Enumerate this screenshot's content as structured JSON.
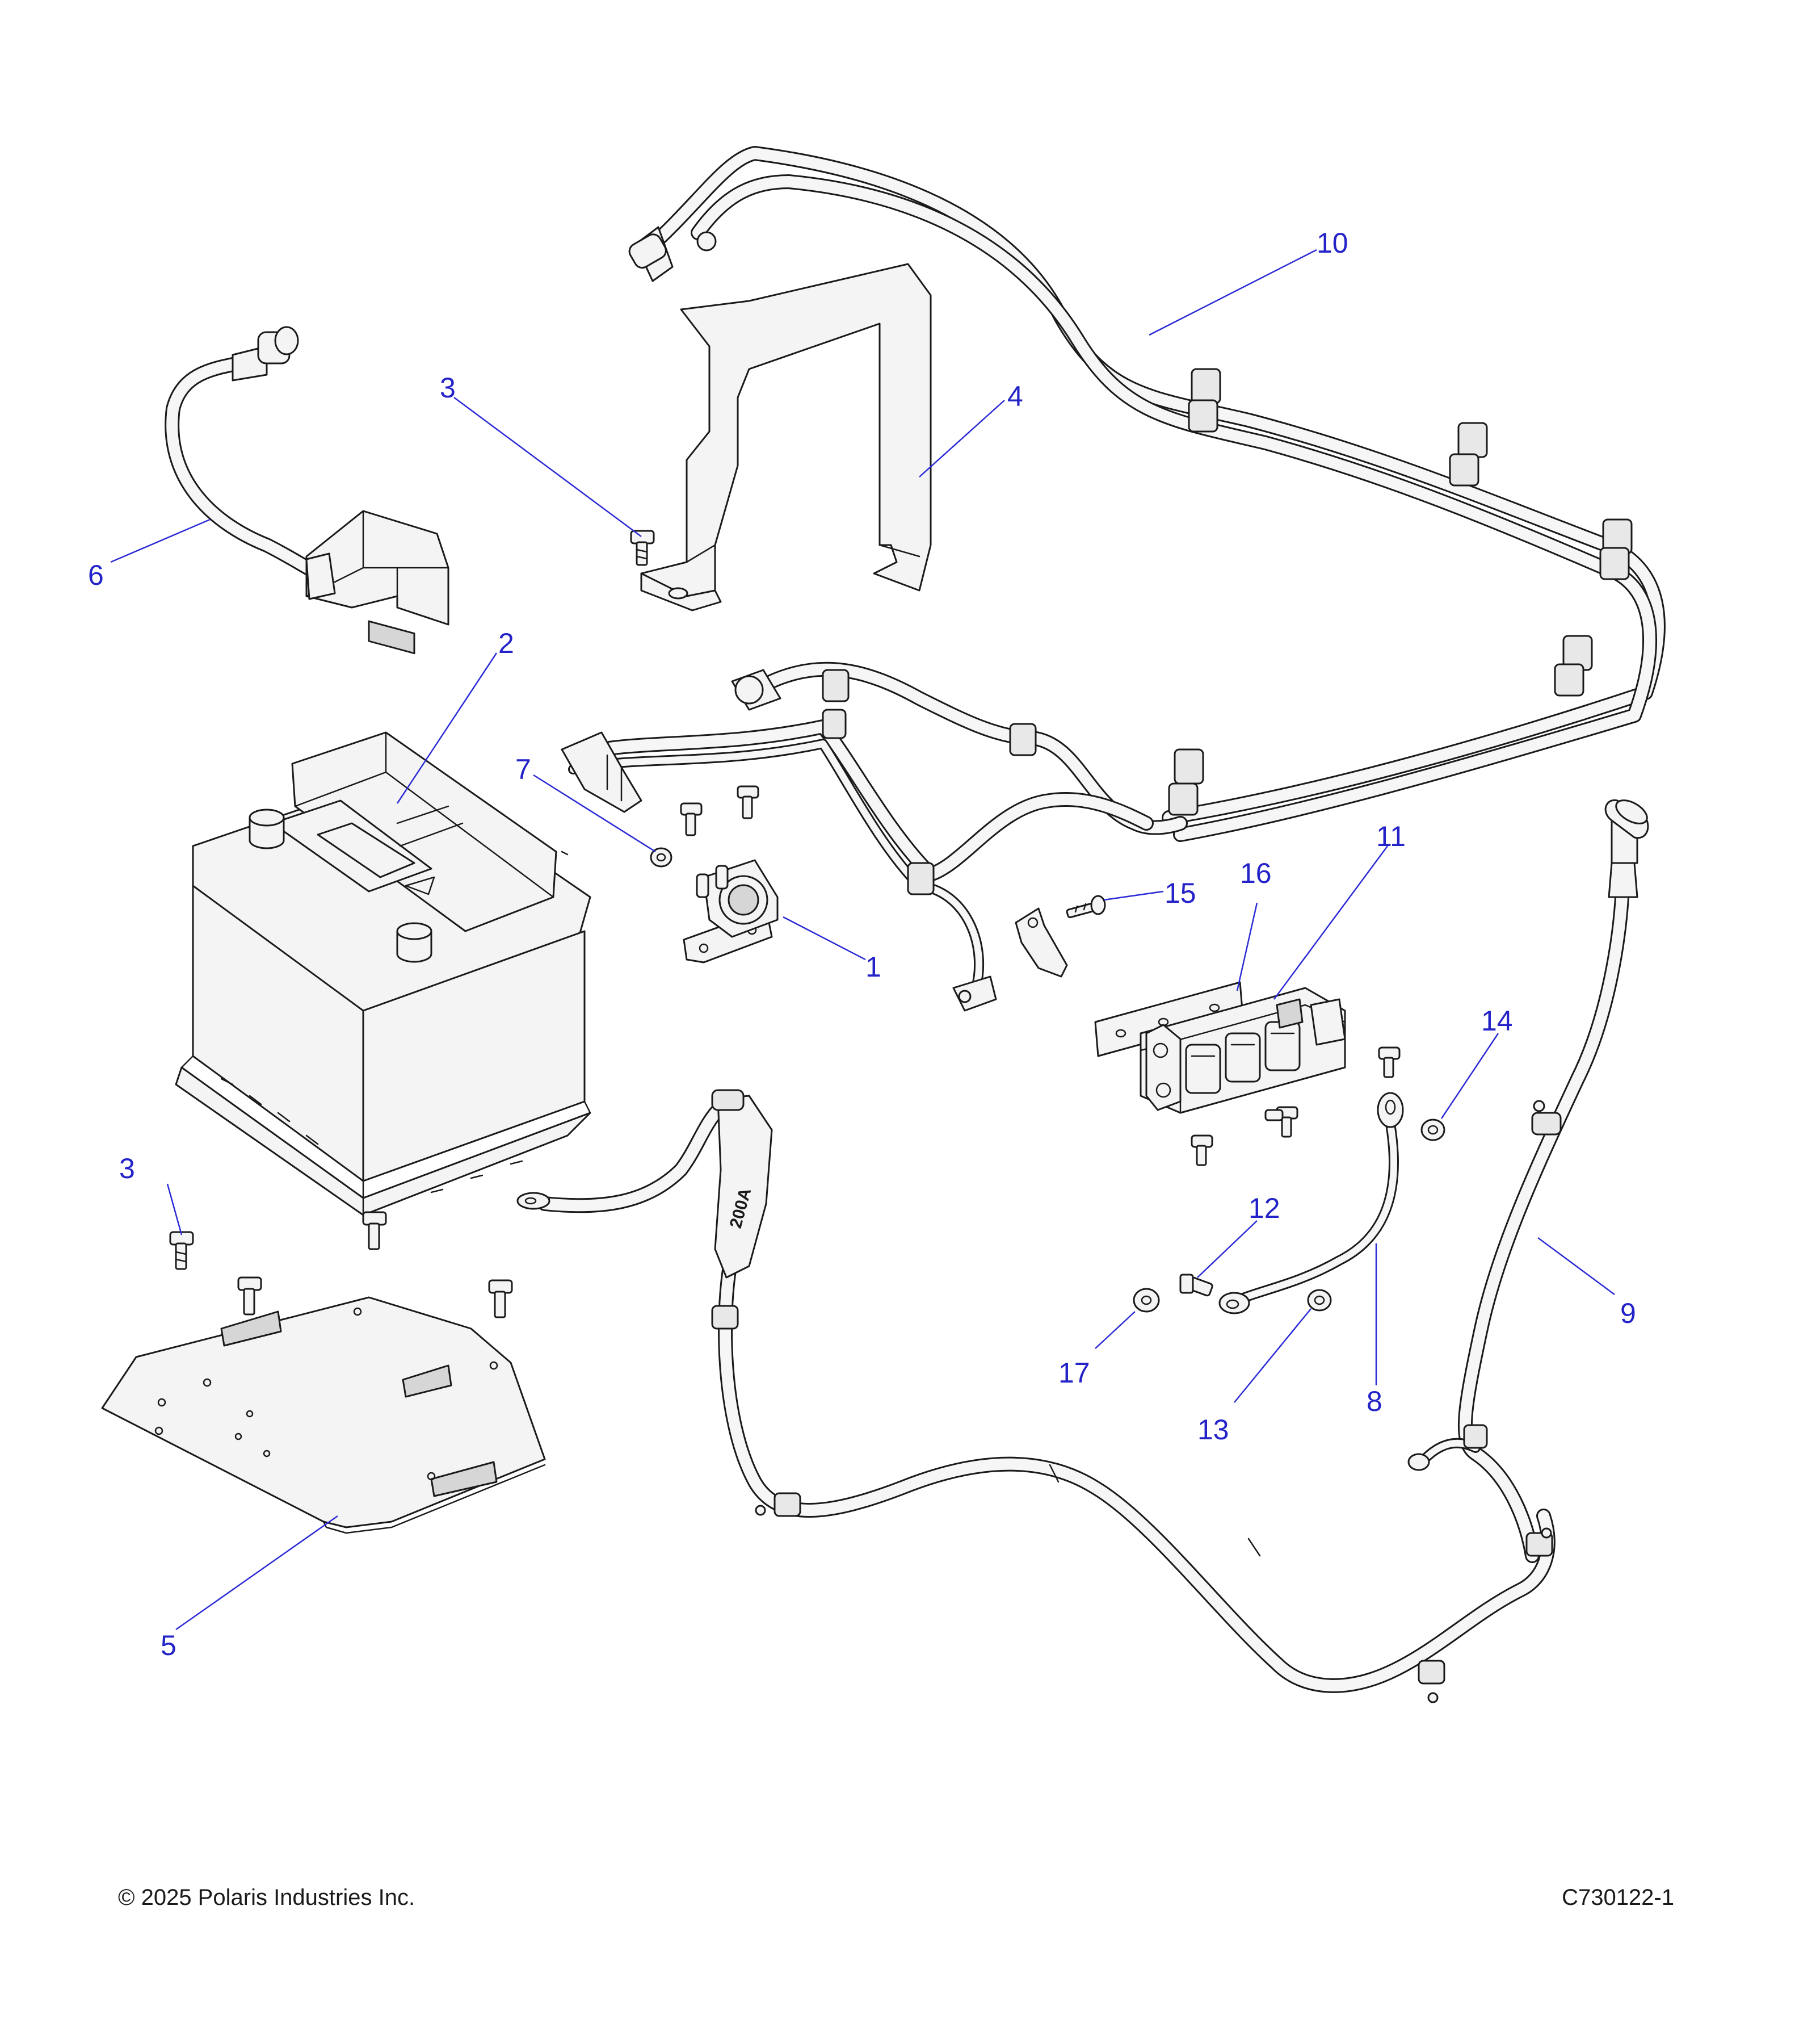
{
  "callouts": {
    "c1": "1",
    "c2": "2",
    "c3a": "3",
    "c3b": "3",
    "c4": "4",
    "c5": "5",
    "c6": "6",
    "c7": "7",
    "c8": "8",
    "c9": "9",
    "c10": "10",
    "c11": "11",
    "c12": "12",
    "c13": "13",
    "c14": "14",
    "c15": "15",
    "c16": "16",
    "c17": "17"
  },
  "fuse_marking": "200A",
  "footer": {
    "copyright": "© 2025 Polaris Industries Inc.",
    "figure_id": "C730122-1"
  },
  "colors": {
    "callout_text": "#2323c8",
    "leader_line": "#2b2bd6",
    "part_outline": "#1a1a1a",
    "part_fill": "#f4f4f4"
  }
}
